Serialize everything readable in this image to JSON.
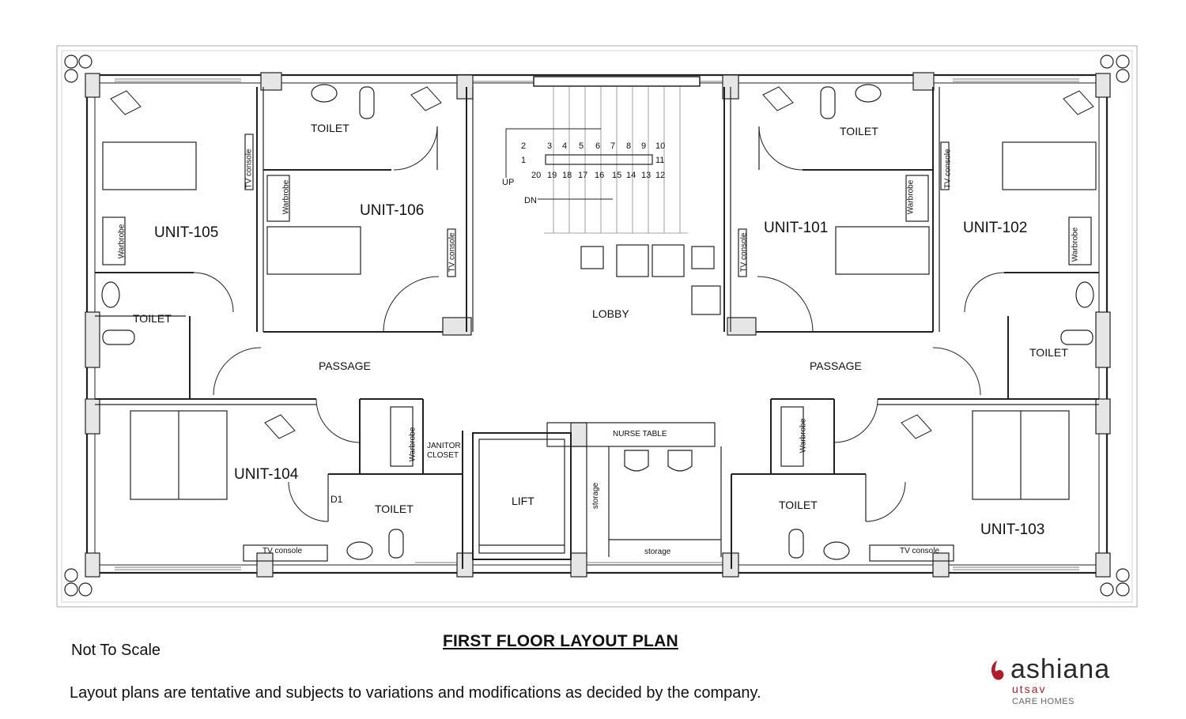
{
  "plan": {
    "units": {
      "u101": "UNIT-101",
      "u102": "UNIT-102",
      "u103": "UNIT-103",
      "u104": "UNIT-104",
      "u105": "UNIT-105",
      "u106": "UNIT-106"
    },
    "rooms": {
      "toilet": "TOILET",
      "passage": "PASSAGE",
      "lobby": "LOBBY",
      "lift": "LIFT",
      "nurse_table": "NURSE TABLE",
      "janitor_line1": "JANITOR",
      "janitor_line2": "CLOSET",
      "storage": "storage",
      "tv_console": "TV console",
      "warbrobe": "Warbrobe",
      "d1": "D1"
    },
    "stairs": {
      "up": "UP",
      "dn": "DN",
      "steps_top": [
        "2",
        "3",
        "4",
        "5",
        "6",
        "7",
        "8",
        "9",
        "10"
      ],
      "steps_bottom": [
        "20",
        "19",
        "18",
        "17",
        "16",
        "15",
        "14",
        "13",
        "12"
      ],
      "step_1": "1",
      "step_11": "11"
    }
  },
  "footer": {
    "title": "FIRST FLOOR LAYOUT PLAN",
    "not_to_scale": "Not To Scale",
    "disclaimer": "Layout plans are tentative and subjects to variations and modifications as decided by the company."
  },
  "logo": {
    "brand": "ashiana",
    "sub": "utsav",
    "tagline": "CARE HOMES",
    "accent_color": "#b11c2c"
  }
}
